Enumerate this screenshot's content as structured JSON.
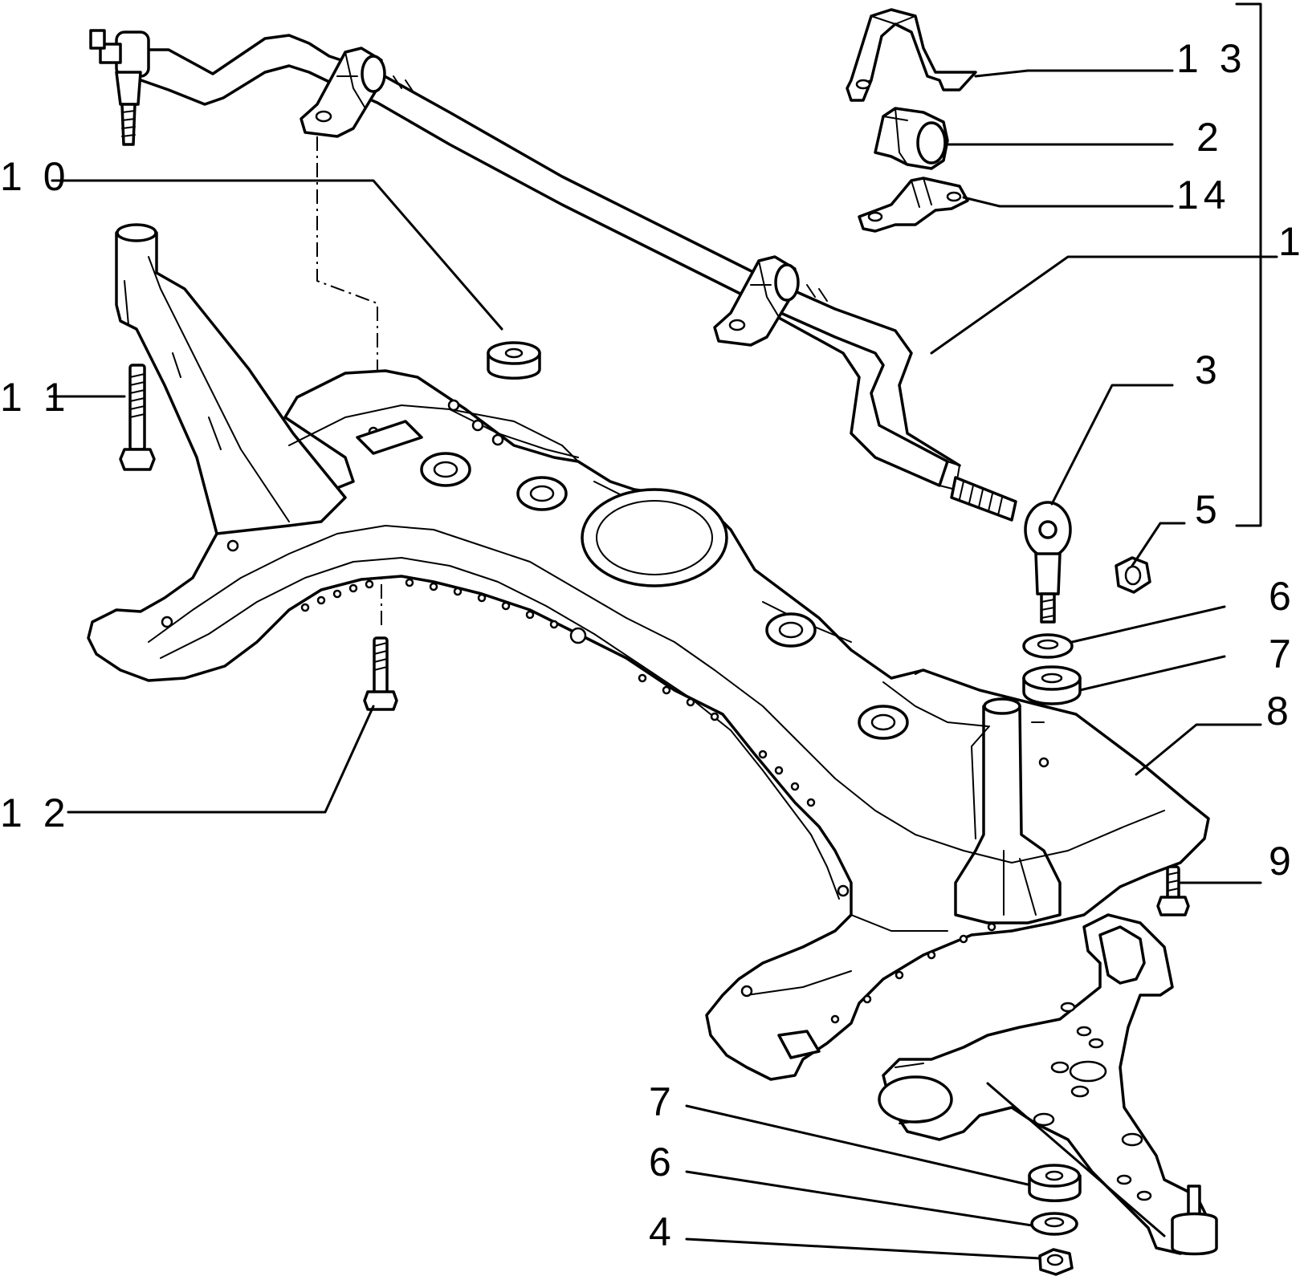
{
  "callouts": {
    "c13": "1 3",
    "c2": "2",
    "c14": "14",
    "c1": "1",
    "c3": "3",
    "c5": "5",
    "c6_upper": "6",
    "c7_upper": "7",
    "c8": "8",
    "c9": "9",
    "c10": "1 0",
    "c11": "1 1",
    "c12": "1 2",
    "c7_lower": "7",
    "c6_lower": "6",
    "c4": "4"
  },
  "colors": {
    "ink": "#000000",
    "paper": "#ffffff"
  }
}
